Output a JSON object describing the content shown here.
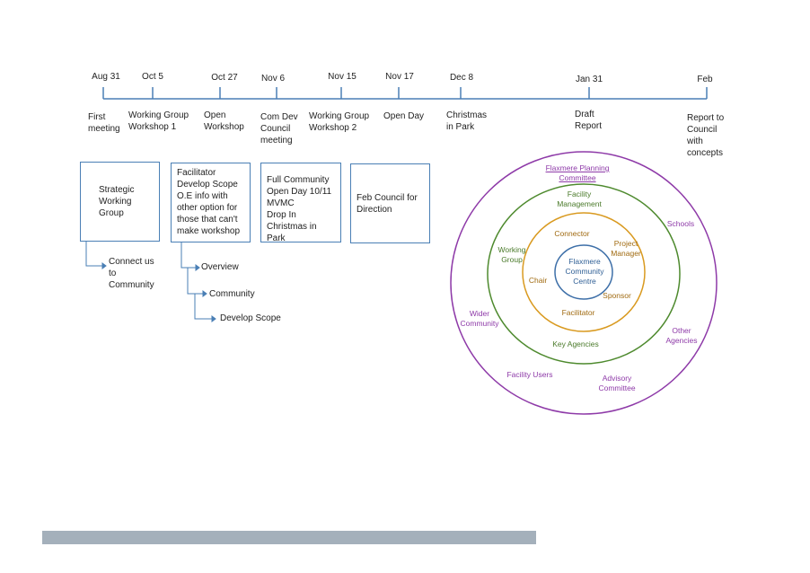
{
  "timeline": {
    "milestones": [
      {
        "date": "Aug 31",
        "event": "First\nmeeting"
      },
      {
        "date": "Oct 5",
        "event": "Working Group\nWorkshop 1"
      },
      {
        "date": "Oct 27",
        "event": "Open\nWorkshop"
      },
      {
        "date": "Nov 6",
        "event": "Com Dev\nCouncil\nmeeting"
      },
      {
        "date": "Nov 15",
        "event": "Working Group\nWorkshop 2"
      },
      {
        "date": "Nov 17",
        "event": "Open Day"
      },
      {
        "date": "Dec 8",
        "event": "Christmas\nin Park"
      },
      {
        "date": "Jan 31",
        "event": "Draft\nReport"
      },
      {
        "date": "Feb",
        "event": "Report to\nCouncil\nwith\nconcepts"
      }
    ]
  },
  "boxes": [
    {
      "text": "Strategic\nWorking\nGroup"
    },
    {
      "text": "Facilitator\nDevelop Scope\nO.E info with\nother option for\nthose that can't\nmake workshop"
    },
    {
      "text": "Full Community\nOpen Day 10/11\nMVMC\nDrop In\nChristmas in Park"
    },
    {
      "text": "Feb Council for\nDirection"
    }
  ],
  "subitems": {
    "connect": "Connect us\nto\nCommunity",
    "overview": "Overview",
    "community": "Community",
    "develop_scope": "Develop Scope"
  },
  "rings": {
    "outer": {
      "color": "#8e3aa8",
      "labels": {
        "planning": "Flaxmere Planning\nCommittee",
        "schools": "Schools",
        "wider": "Wider\nCommunity",
        "other": "Other\nAgencies",
        "users": "Facility Users",
        "advisory": "Advisory\nCommittee"
      }
    },
    "second": {
      "color": "#4e8a2e",
      "labels": {
        "facility_mgmt": "Facility\nManagement",
        "working_group": "Working\nGroup",
        "key_agencies": "Key Agencies"
      }
    },
    "third": {
      "color": "#d99a20",
      "labels": {
        "connector": "Connector",
        "project_manager": "Project\nManager",
        "chair": "Chair",
        "sponsor": "Sponsor",
        "facilitator": "Facilitator"
      }
    },
    "center": {
      "color": "#3d6fa8",
      "label": "Flaxmere\nCommunity\nCentre"
    }
  },
  "colors": {
    "timeline": "#4a7fb5",
    "footer_bar": "#a4b0bb"
  }
}
